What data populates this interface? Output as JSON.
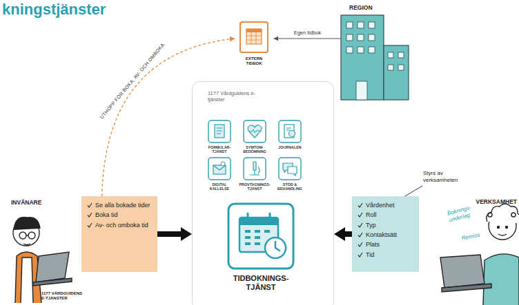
{
  "diagram": {
    "title": "kningstjänster",
    "nodes": [
      {
        "text": [
          "REGION"
        ]
      },
      {
        "text": [
          "EXTERN TIDBOK"
        ]
      },
      {
        "text": [
          "Se alla bokade tider",
          "Boka tid",
          "Av- och omboka tid"
        ]
      },
      {
        "text": [
          "1177 Vårdguidens e-tjänster"
        ]
      },
      {
        "text": [
          "FORMULÄR- TJÄNST"
        ],
        "in": 3
      },
      {
        "text": [
          "SYMTOM- BEDÖMNING"
        ],
        "in": 3
      },
      {
        "text": [
          "JOURNALEN"
        ],
        "in": 3
      },
      {
        "text": [
          "DIGITAL KALLELSE"
        ],
        "in": 3
      },
      {
        "text": [
          "PROVTAGNINGS- TJÄNST"
        ],
        "in": 3
      },
      {
        "text": [
          "STÖD & BEHANDLING"
        ],
        "in": 3
      },
      {
        "text": [
          "TIDBOKNINGS- TJÄNST"
        ],
        "in": 3
      },
      {
        "text": [
          "Vårdenhet",
          "Roll",
          "Typ",
          "Kontaktsätt",
          "Plats",
          "Tid"
        ]
      }
    ],
    "edges": [
      {
        "from": 0,
        "to": 1,
        "label": "Egen tidbok",
        "arrow": "to"
      },
      {
        "from": 2,
        "to": 1,
        "label": "UTHOPP FÖR BOKA, AV- OCH OMBOKA",
        "arrow": "to"
      },
      {
        "from": 2,
        "to": 3,
        "arrow": "to"
      },
      {
        "from": 11,
        "to": 3,
        "arrow": "to"
      }
    ],
    "labels": [
      "INVÅNARE",
      "1177 VÅRDGUIDENS E-TJÄNSTER",
      "Styrs av verksamheten",
      "VERKSAMHET",
      "Boknings- underlag",
      "Remiss"
    ]
  }
}
